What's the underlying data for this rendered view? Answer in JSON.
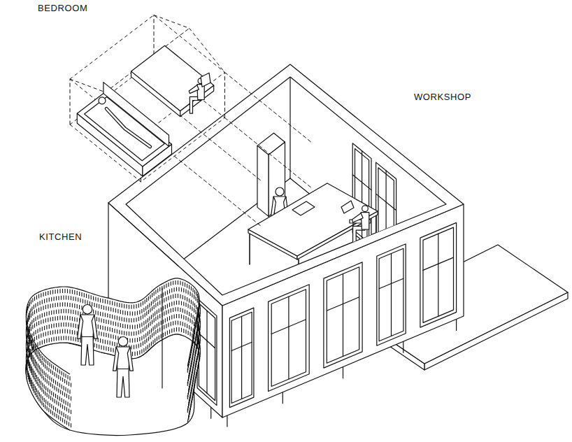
{
  "diagram": {
    "labels": [
      "BEDROOM",
      "WORKSHOP",
      "KITCHEN"
    ]
  }
}
